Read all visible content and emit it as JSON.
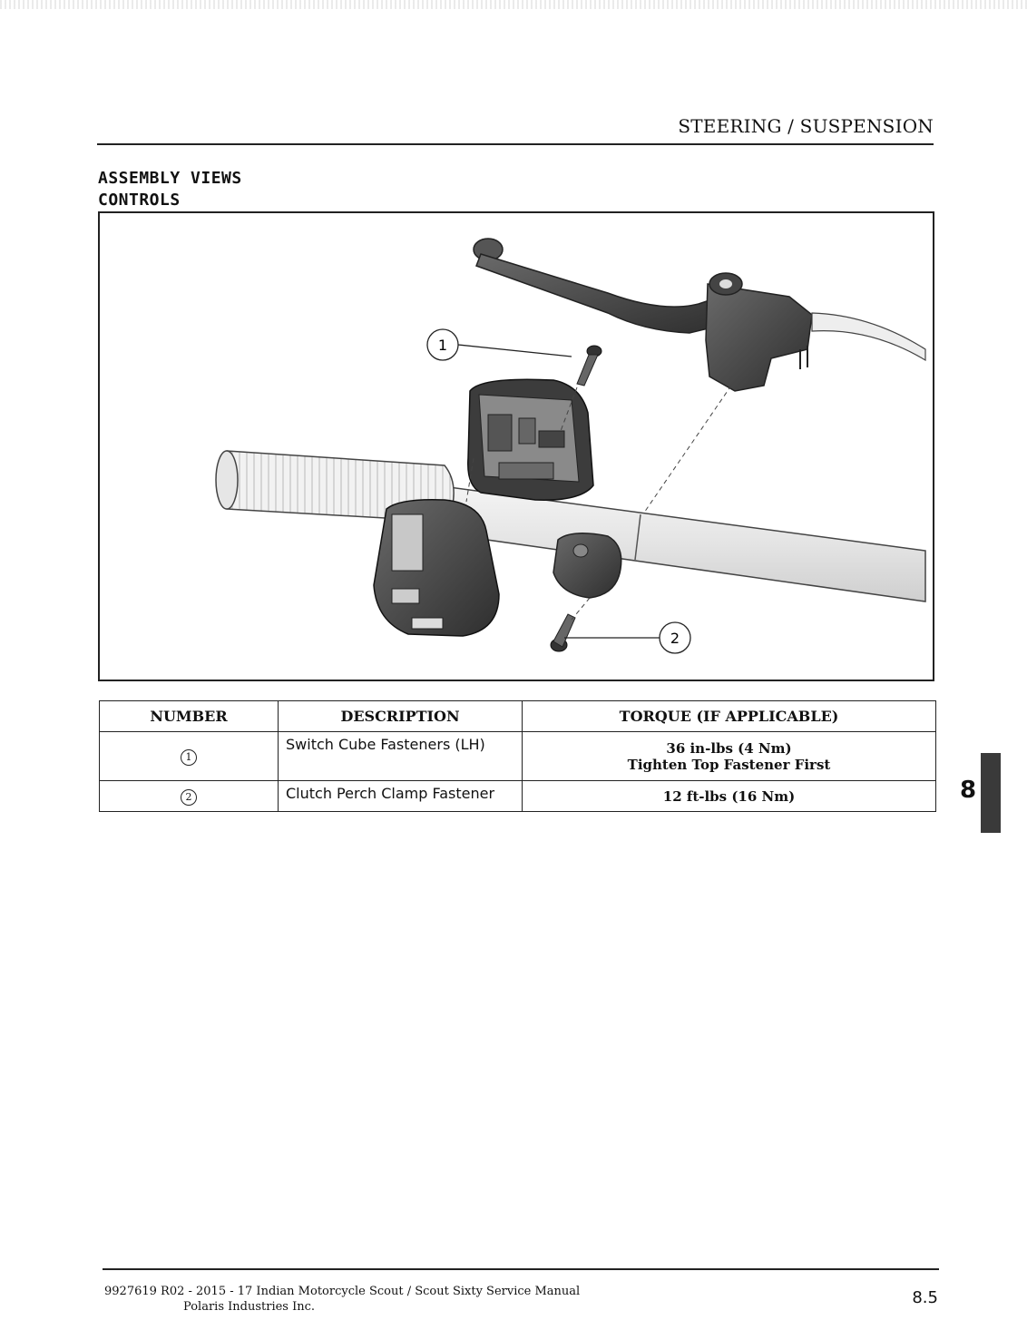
{
  "header": {
    "section_title": "STEERING / SUSPENSION"
  },
  "headings": {
    "line1": "ASSEMBLY VIEWS",
    "line2": "CONTROLS"
  },
  "figure": {
    "callouts": [
      "1",
      "2"
    ]
  },
  "table": {
    "headers": [
      "NUMBER",
      "DESCRIPTION",
      "TORQUE (IF APPLICABLE)"
    ],
    "rows": [
      {
        "number": "1",
        "description": "Switch Cube Fasteners (LH)",
        "torque_line1": "36 in-lbs (4 Nm)",
        "torque_line2": "Tighten Top Fastener First"
      },
      {
        "number": "2",
        "description": "Clutch Perch Clamp Fastener",
        "torque_line1": "12 ft-lbs (16 Nm)"
      }
    ]
  },
  "chapter_tab": "8",
  "footer": {
    "line1": "9927619 R02 - 2015 - 17 Indian Motorcycle Scout / Scout Sixty Service Manual",
    "line2": "Polaris Industries Inc.",
    "page_number": "8.5"
  }
}
